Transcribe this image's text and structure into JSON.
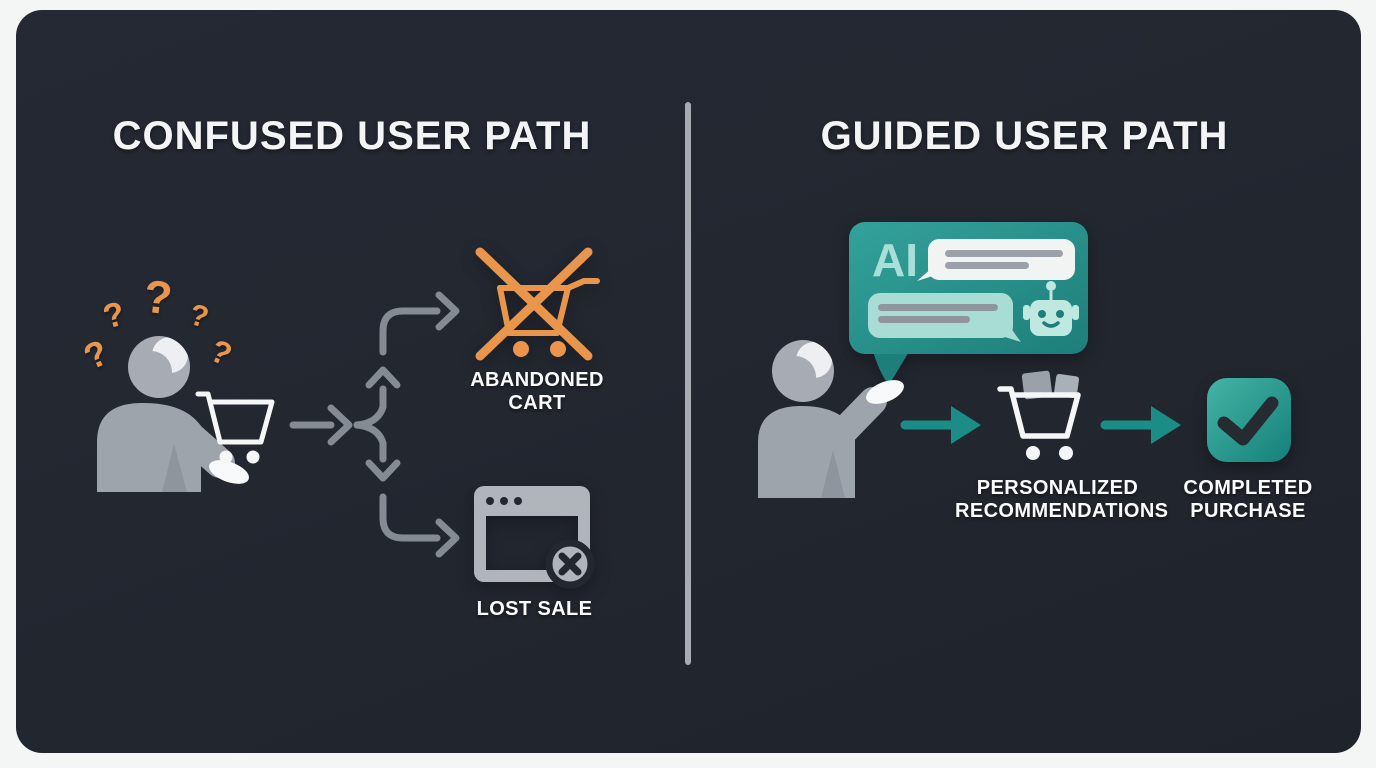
{
  "left": {
    "title": "CONFUSED USER PATH",
    "question_glyph": "?",
    "abandoned_cart": {
      "line1": "ABANDONED",
      "line2": "CART"
    },
    "lost_sale": {
      "label": "LOST SALE"
    }
  },
  "right": {
    "title": "GUIDED USER PATH",
    "ai_chat": {
      "ai_label": "AI"
    },
    "personalized": {
      "line1": "PERSONALIZED",
      "line2": "RECOMMENDATIONS"
    },
    "completed": {
      "line1": "COMPLETED",
      "line2": "PURCHASE"
    }
  },
  "colors": {
    "page_bg": "#F4F5F5",
    "card_bg": "#232730",
    "card_bg_2": "#1F232B",
    "title_text": "#F3F4F6",
    "label_text": "#FAFBFC",
    "divider": "#A7ACB3",
    "gray_arrow": "#858B95",
    "orange": "#E9964C",
    "teal": "#1B8D86",
    "teal_bubble_light": "#33A29A",
    "teal_bubble_dark": "#1E7E7A",
    "mint": "#A7DDD5",
    "robot_mint": "#BFE8E0",
    "ai_text": "#A9DFD8",
    "person_gray": "#9EA4AC",
    "person_head": "#A7ACB4",
    "person_fold": "#8F959E",
    "white_icon": "#F5F6F7",
    "gray_icon": "#B0B4BB",
    "bar_gray": "#9BA1A8",
    "check_grad_light": "#44B4A4",
    "check_grad_dark": "#15807A",
    "check_stroke": "#262A31"
  }
}
